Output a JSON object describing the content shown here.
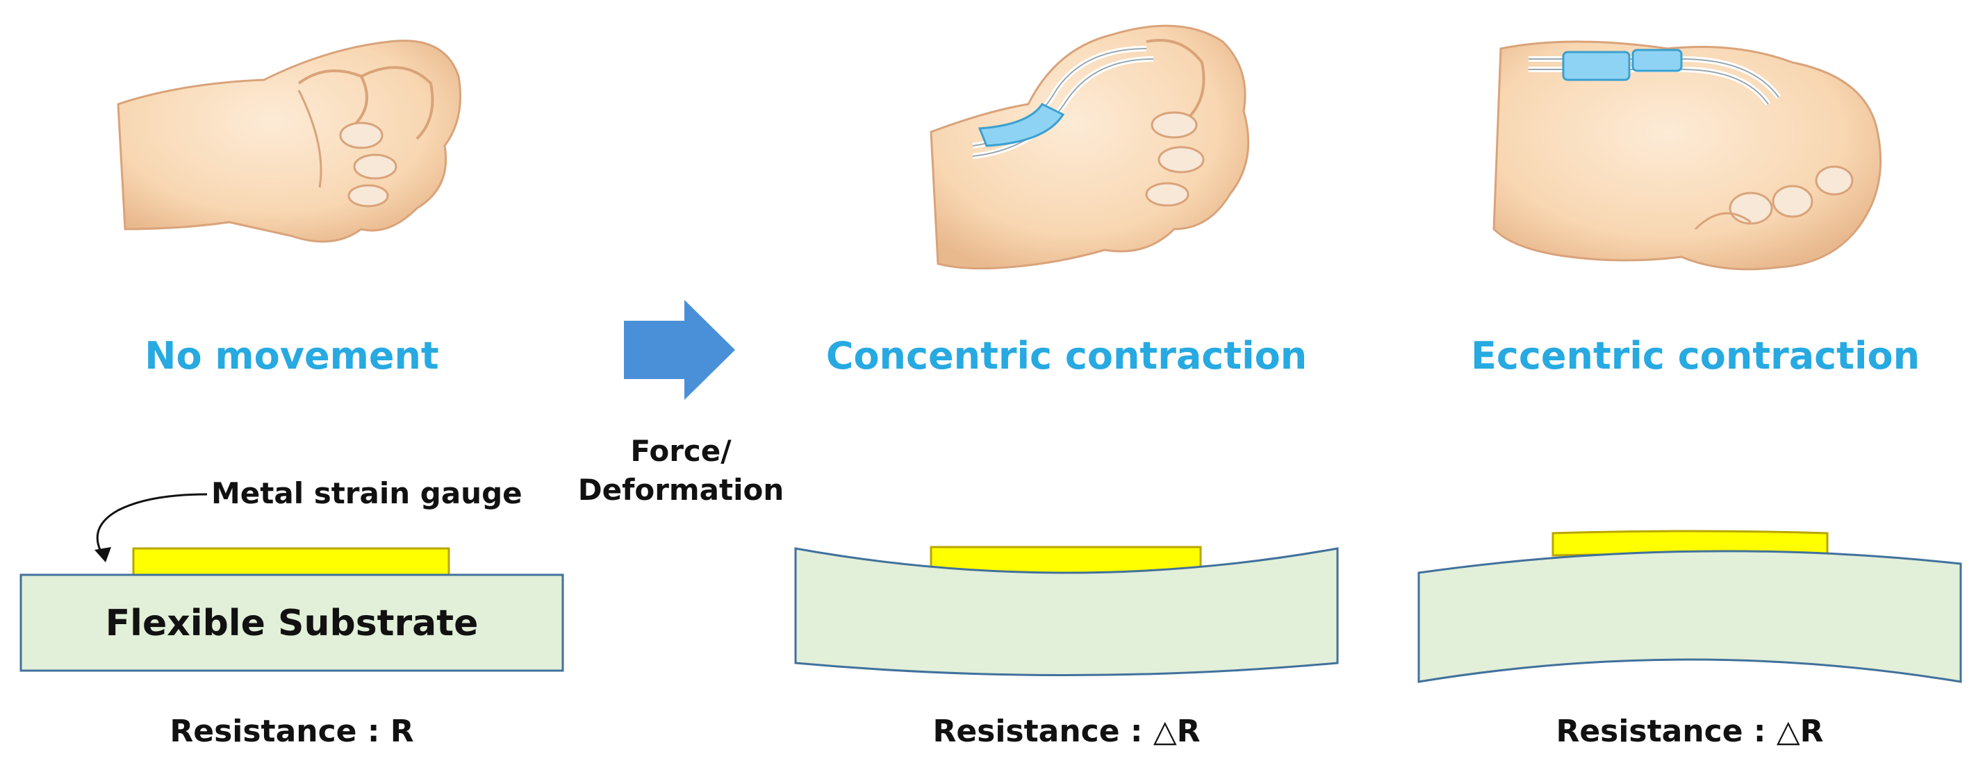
{
  "panels": [
    {
      "title": "No movement",
      "resistance": "Resistance : R"
    },
    {
      "title": "Concentric contraction",
      "resistance": "Resistance : △R"
    },
    {
      "title": "Eccentric contraction",
      "resistance": "Resistance : △R"
    }
  ],
  "arrow": {
    "label_line1": "Force/",
    "label_line2": "Deformation",
    "color": "#4a90d9"
  },
  "substrate": {
    "label": "Flexible Substrate",
    "fill": "#e2efd9",
    "stroke": "#41719c"
  },
  "gauge": {
    "label": "Metal strain gauge",
    "fill": "#ffff00",
    "stroke": "#b8a600"
  },
  "colors": {
    "title": "#27a9e1",
    "sensor": "#8fd3f4",
    "skin": "#fbe1c2"
  }
}
